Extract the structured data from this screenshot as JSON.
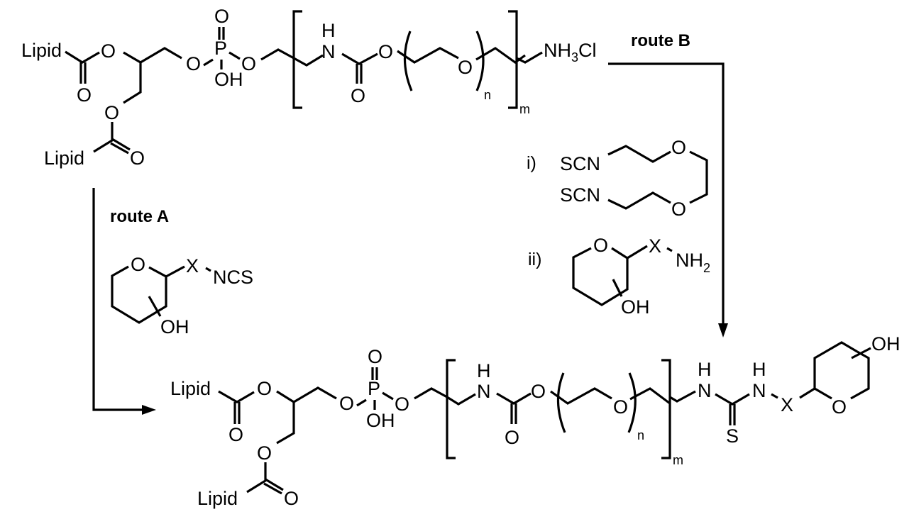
{
  "scheme": {
    "starting_material": {
      "lipid_top": "Lipid",
      "lipid_bottom": "Lipid",
      "phosphate": {
        "P": "P",
        "O_double": "O",
        "OH": "OH"
      },
      "ester_O": "O",
      "carbonyl_O": "O",
      "carbamate_NH_H": "H",
      "carbamate_N": "N",
      "carbamate_O": "O",
      "peg_O": "O",
      "repeat_n": "n",
      "repeat_m": "m",
      "terminus_NH": "NH",
      "terminus_sub": "3",
      "terminus_Cl": "Cl"
    },
    "route_a": {
      "label": "route A",
      "reagent": {
        "ring_O": "O",
        "X": "X",
        "group": "NCS",
        "OH": "OH"
      }
    },
    "route_b": {
      "label": "route B",
      "step1_label": "i)",
      "step1_reagent": {
        "SCN_top": "SCN",
        "SCN_bottom": "SCN",
        "O_top": "O",
        "O_bottom": "O"
      },
      "step2_label": "ii)",
      "step2_reagent": {
        "ring_O": "O",
        "X": "X",
        "NH": "NH",
        "NH_sub": "2",
        "OH": "OH"
      }
    },
    "product": {
      "lipid_top": "Lipid",
      "lipid_bottom": "Lipid",
      "thiourea_H1": "H",
      "thiourea_N1": "N",
      "thiourea_H2": "H",
      "thiourea_N2": "N",
      "thiourea_S": "S",
      "X": "X",
      "ring_O": "O",
      "OH": "OH",
      "repeat_n": "n",
      "repeat_m": "m"
    }
  }
}
